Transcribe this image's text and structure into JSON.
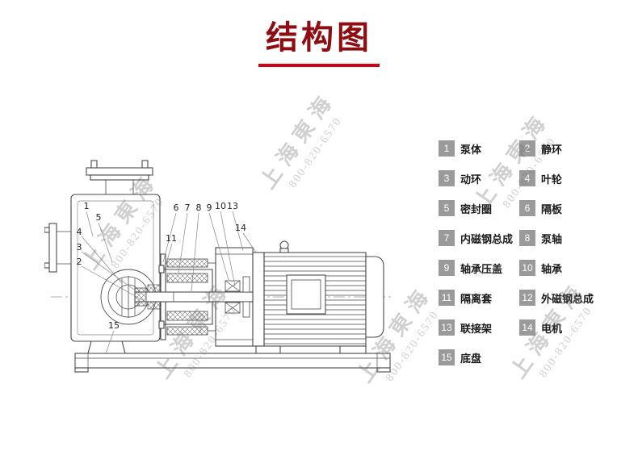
{
  "page": {
    "title": "结构图"
  },
  "watermark": {
    "company": "上海東海",
    "phone": "800-820-6570"
  },
  "legend": {
    "items": [
      {
        "num": "1",
        "label": "泵体"
      },
      {
        "num": "2",
        "label": "静环"
      },
      {
        "num": "3",
        "label": "动环"
      },
      {
        "num": "4",
        "label": "叶轮"
      },
      {
        "num": "5",
        "label": "密封圈"
      },
      {
        "num": "6",
        "label": "隔板"
      },
      {
        "num": "7",
        "label": "内磁钢总成"
      },
      {
        "num": "8",
        "label": "泵轴"
      },
      {
        "num": "9",
        "label": "轴承压盖"
      },
      {
        "num": "10",
        "label": "轴承"
      },
      {
        "num": "11",
        "label": "隔离套"
      },
      {
        "num": "12",
        "label": "外磁钢总成"
      },
      {
        "num": "13",
        "label": "联接架"
      },
      {
        "num": "14",
        "label": "电机"
      },
      {
        "num": "15",
        "label": "底盘"
      }
    ]
  },
  "diagram": {
    "callouts": [
      "1",
      "5",
      "4",
      "3",
      "2",
      "15",
      "6",
      "7",
      "8",
      "9",
      "10",
      "13",
      "11",
      "14"
    ]
  }
}
